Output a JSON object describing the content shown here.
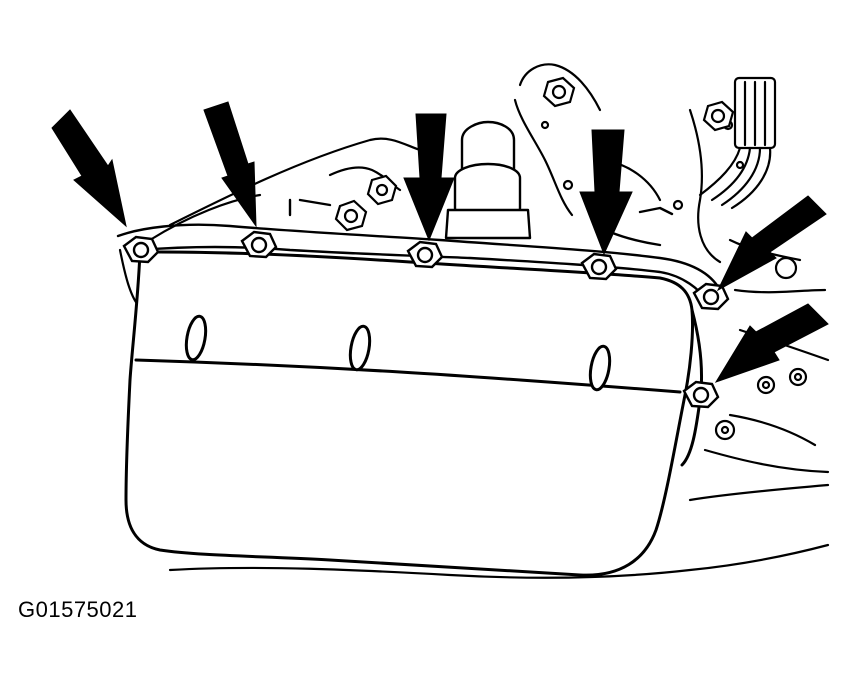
{
  "figure": {
    "id_label": "G01575021"
  },
  "callouts": {
    "bolts": [
      {
        "name": "bolt-1"
      },
      {
        "name": "bolt-2"
      },
      {
        "name": "bolt-3"
      },
      {
        "name": "bolt-4"
      },
      {
        "name": "bolt-5"
      },
      {
        "name": "bolt-6"
      }
    ],
    "arrow_color": "#000000"
  },
  "colors": {
    "line": "#000000",
    "background": "#ffffff"
  }
}
